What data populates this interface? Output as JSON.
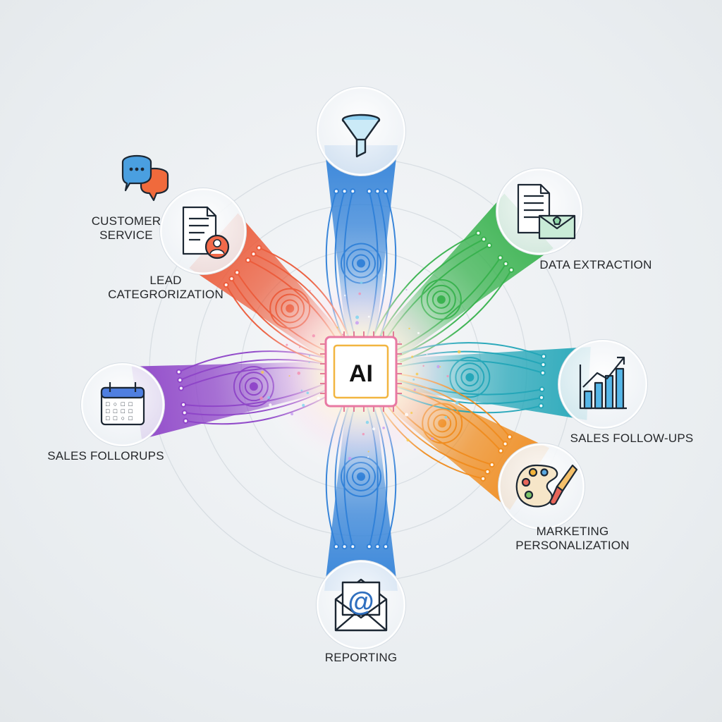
{
  "center": {
    "label": "AI"
  },
  "nodes": [
    {
      "id": "top",
      "icon": "funnel-icon",
      "color": "#2f80d8",
      "label_lines": []
    },
    {
      "id": "ne",
      "icon": "document-envelope-icon",
      "color": "#37b24d",
      "label_lines": [
        "DATA EXTRACTION"
      ]
    },
    {
      "id": "e",
      "icon": "bar-chart-growth-icon",
      "color": "#22a6b8",
      "label_lines": [
        "SALES FOLLOW-UPS"
      ]
    },
    {
      "id": "se",
      "icon": "palette-brush-icon",
      "color": "#f08c1e",
      "label_lines": [
        "MARKETING",
        "PERSONALIZATION"
      ]
    },
    {
      "id": "bottom",
      "icon": "email-at-icon",
      "color": "#2f80d8",
      "label_lines": [
        "REPORTING"
      ]
    },
    {
      "id": "w",
      "icon": "calendar-icon",
      "color": "#8e44c8",
      "label_lines": [
        "SALES FOLLORUPS"
      ]
    },
    {
      "id": "nw",
      "icon": "document-user-icon",
      "color": "#ec5b3a",
      "label_lines": [
        "LEAD",
        "CATEGRORIZATION"
      ]
    }
  ],
  "extra_labels": [
    {
      "id": "customer-service",
      "icon": "chat-bubbles-icon",
      "label_lines": [
        "CUSTOMER",
        "SERVICE"
      ]
    }
  ]
}
